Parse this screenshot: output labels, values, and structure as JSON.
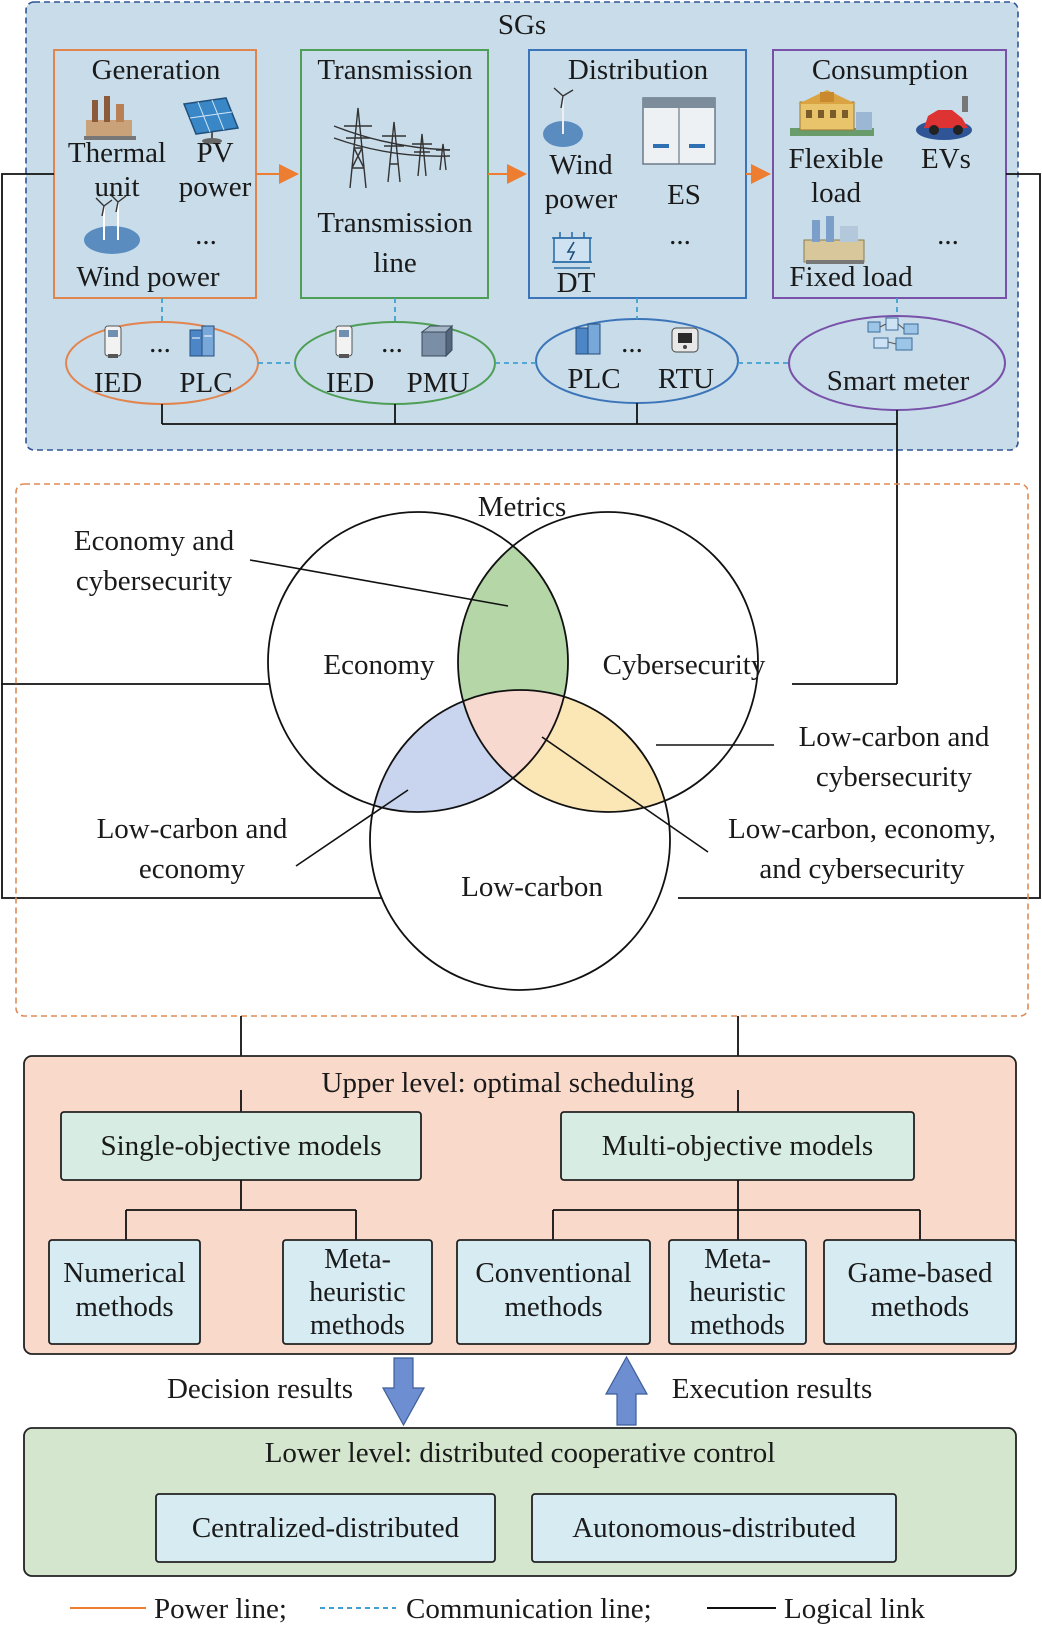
{
  "sgs": {
    "title": "SGs",
    "generation": {
      "title": "Generation",
      "thermal_line1": "Thermal",
      "thermal_line2": "unit",
      "pv_line1": "PV",
      "pv_line2": "power",
      "ellipsis": "...",
      "wind": "Wind power"
    },
    "transmission": {
      "title": "Transmission",
      "label_line1": "Transmission",
      "label_line2": "line"
    },
    "distribution": {
      "title": "Distribution",
      "wind_line1": "Wind",
      "wind_line2": "power",
      "es": "ES",
      "dt": "DT",
      "ellipsis": "..."
    },
    "consumption": {
      "title": "Consumption",
      "flexible_line1": "Flexible",
      "flexible_line2": "load",
      "evs": "EVs",
      "fixed": "Fixed load",
      "ellipsis": "..."
    },
    "devices": {
      "gen_left": "IED",
      "gen_right": "PLC",
      "trans_left": "IED",
      "trans_right": "PMU",
      "dist_left": "PLC",
      "dist_right": "RTU",
      "smart_meter": "Smart meter",
      "ellipsis": "..."
    }
  },
  "metrics": {
    "title": "Metrics",
    "economy": "Economy",
    "cybersecurity": "Cybersecurity",
    "low_carbon": "Low-carbon",
    "econ_cyber_line1": "Economy and",
    "econ_cyber_line2": "cybersecurity",
    "lowc_cyber_line1": "Low-carbon and",
    "lowc_cyber_line2": "cybersecurity",
    "lowc_econ_line1": "Low-carbon and",
    "lowc_econ_line2": "economy",
    "all_line1": "Low-carbon, economy,",
    "all_line2": "and cybersecurity"
  },
  "upper": {
    "title": "Upper level: optimal scheduling",
    "single": "Single-objective models",
    "multi": "Multi-objective models",
    "numerical_line1": "Numerical",
    "numerical_line2": "methods",
    "meta1_line1": "Meta-",
    "meta1_line2": "heuristic",
    "meta1_line3": "methods",
    "conventional_line1": "Conventional",
    "conventional_line2": "methods",
    "meta2_line1": "Meta-",
    "meta2_line2": "heuristic",
    "meta2_line3": "methods",
    "game_line1": "Game-based",
    "game_line2": "methods"
  },
  "arrows": {
    "decision": "Decision results",
    "execution": "Execution results"
  },
  "lower": {
    "title": "Lower level: distributed cooperative control",
    "centralized": "Centralized-distributed",
    "autonomous": "Autonomous-distributed"
  },
  "legend": {
    "power": "Power line;",
    "communication": "Communication line;",
    "logical": "Logical link"
  },
  "colors": {
    "sgs_bg": "#c8dcea",
    "sgs_border": "#2f5597",
    "power_line": "#ed7d31",
    "comm_line": "#41a0d0",
    "metrics_border": "#e08a55",
    "econ_cyber_fill": "#b5d7a8",
    "lowc_econ_fill": "#c9d5ee",
    "lowc_cyber_fill": "#fbe6b6",
    "all_fill": "#f8d9cf",
    "upper_bg": "#f9d9ca",
    "model_box": "#d7ece3",
    "method_box": "#d6ebf2",
    "lower_bg": "#d4e6cd",
    "arrow_fill": "#6d8ed0",
    "gen_border": "#e2844e",
    "trans_border": "#4f9e55",
    "dist_border": "#3b74b8",
    "cons_border": "#7851a9"
  }
}
